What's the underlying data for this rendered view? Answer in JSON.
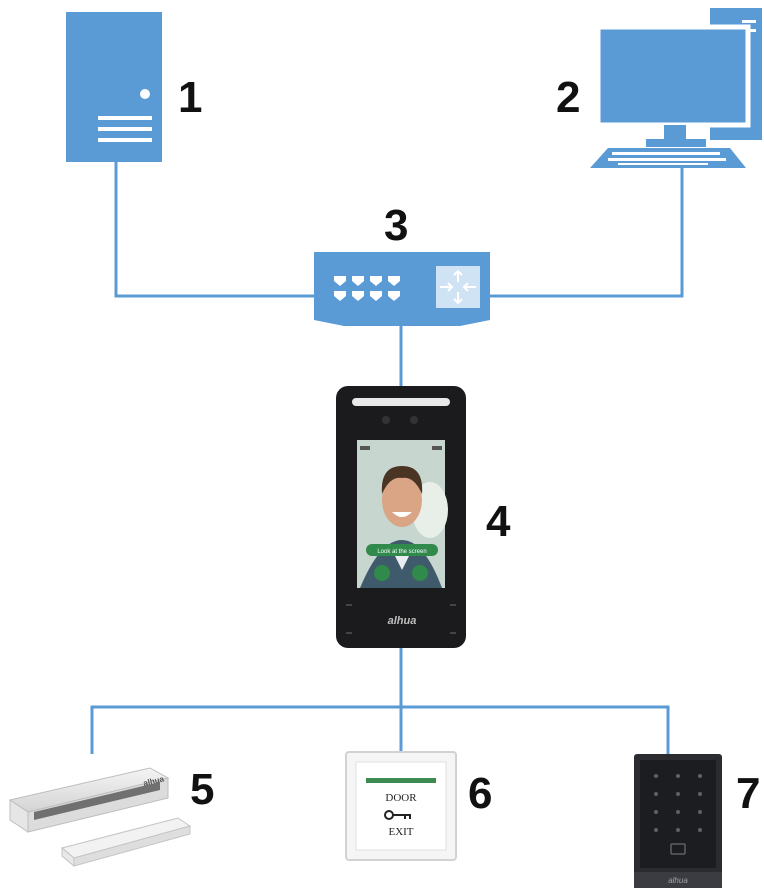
{
  "diagram": {
    "colors": {
      "line": "#5b9bd5",
      "device_blue": "#5b9bd5",
      "device_light": "#cfe3f5",
      "terminal_body": "#1b1b1d",
      "accent_green": "#3c8c52"
    },
    "callouts": [
      "1",
      "2",
      "3",
      "4",
      "5",
      "6",
      "7"
    ],
    "components": [
      {
        "callout": "1",
        "icon": "server-tower-icon"
      },
      {
        "callout": "2",
        "icon": "desktop-computer-icon"
      },
      {
        "callout": "3",
        "icon": "network-switch-icon"
      },
      {
        "callout": "4",
        "icon": "face-recognition-terminal-icon"
      },
      {
        "callout": "5",
        "icon": "electromagnetic-lock-icon"
      },
      {
        "callout": "6",
        "icon": "exit-button-icon"
      },
      {
        "callout": "7",
        "icon": "card-reader-keypad-icon"
      }
    ],
    "terminal": {
      "brand": "alhua",
      "screen_banner": "Look at the screen"
    },
    "exit_button": {
      "top_text": "DOOR",
      "bottom_text": "EXIT"
    },
    "lock": {
      "brand": "alhua"
    },
    "reader": {
      "brand": "alhua"
    }
  }
}
